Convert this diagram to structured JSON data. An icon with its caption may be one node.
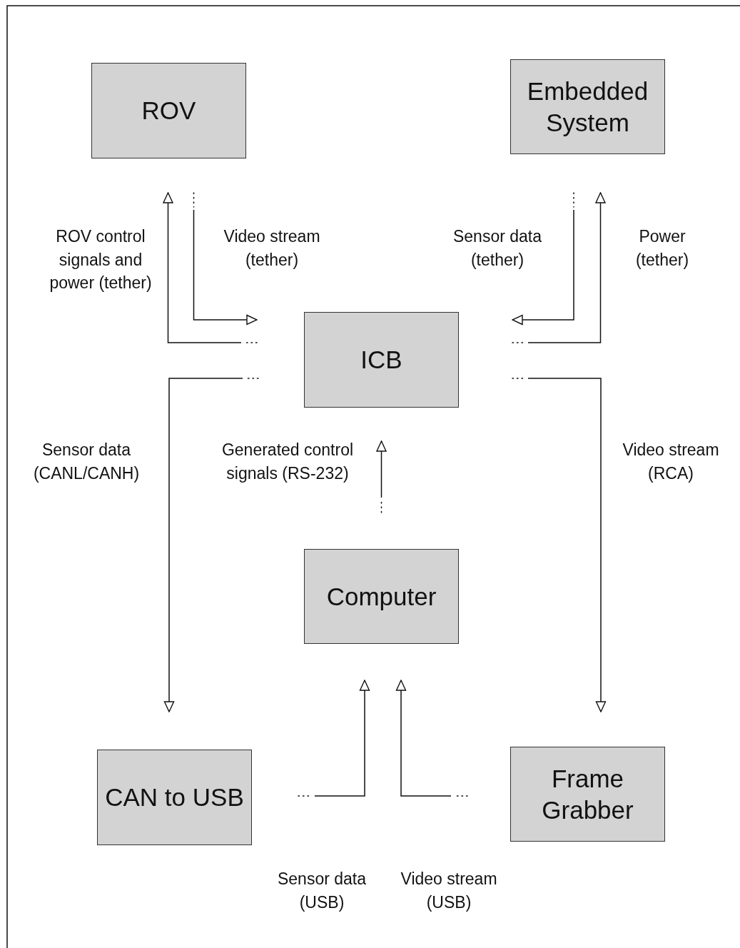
{
  "diagram": {
    "nodes": [
      {
        "text": [
          "ROV"
        ]
      },
      {
        "text": [
          "Embedded System"
        ]
      },
      {
        "text": [
          "ICB"
        ]
      },
      {
        "text": [
          "Computer"
        ]
      },
      {
        "text": [
          "CAN to USB"
        ]
      },
      {
        "text": [
          "Frame Grabber"
        ]
      }
    ],
    "edges": [
      {
        "from": 2,
        "to": 0,
        "arrow": "to",
        "label": "ROV control signals and power (tether)"
      },
      {
        "from": 0,
        "to": 2,
        "arrow": "to",
        "label": "Video stream (tether)"
      },
      {
        "from": 1,
        "to": 2,
        "arrow": "to",
        "label": "Sensor data (tether)"
      },
      {
        "from": 2,
        "to": 1,
        "arrow": "to",
        "label": "Power (tether)"
      },
      {
        "from": 2,
        "to": 4,
        "arrow": "to",
        "label": "Sensor data (CANL/CANH)"
      },
      {
        "from": 2,
        "to": 5,
        "arrow": "to",
        "label": "Video stream (RCA)"
      },
      {
        "from": 3,
        "to": 2,
        "arrow": "to",
        "label": "Generated control signals (RS-232)"
      },
      {
        "from": 4,
        "to": 3,
        "arrow": "to",
        "label": "Sensor data (USB)"
      },
      {
        "from": 5,
        "to": 3,
        "arrow": "to",
        "label": "Video stream (USB)"
      }
    ]
  }
}
